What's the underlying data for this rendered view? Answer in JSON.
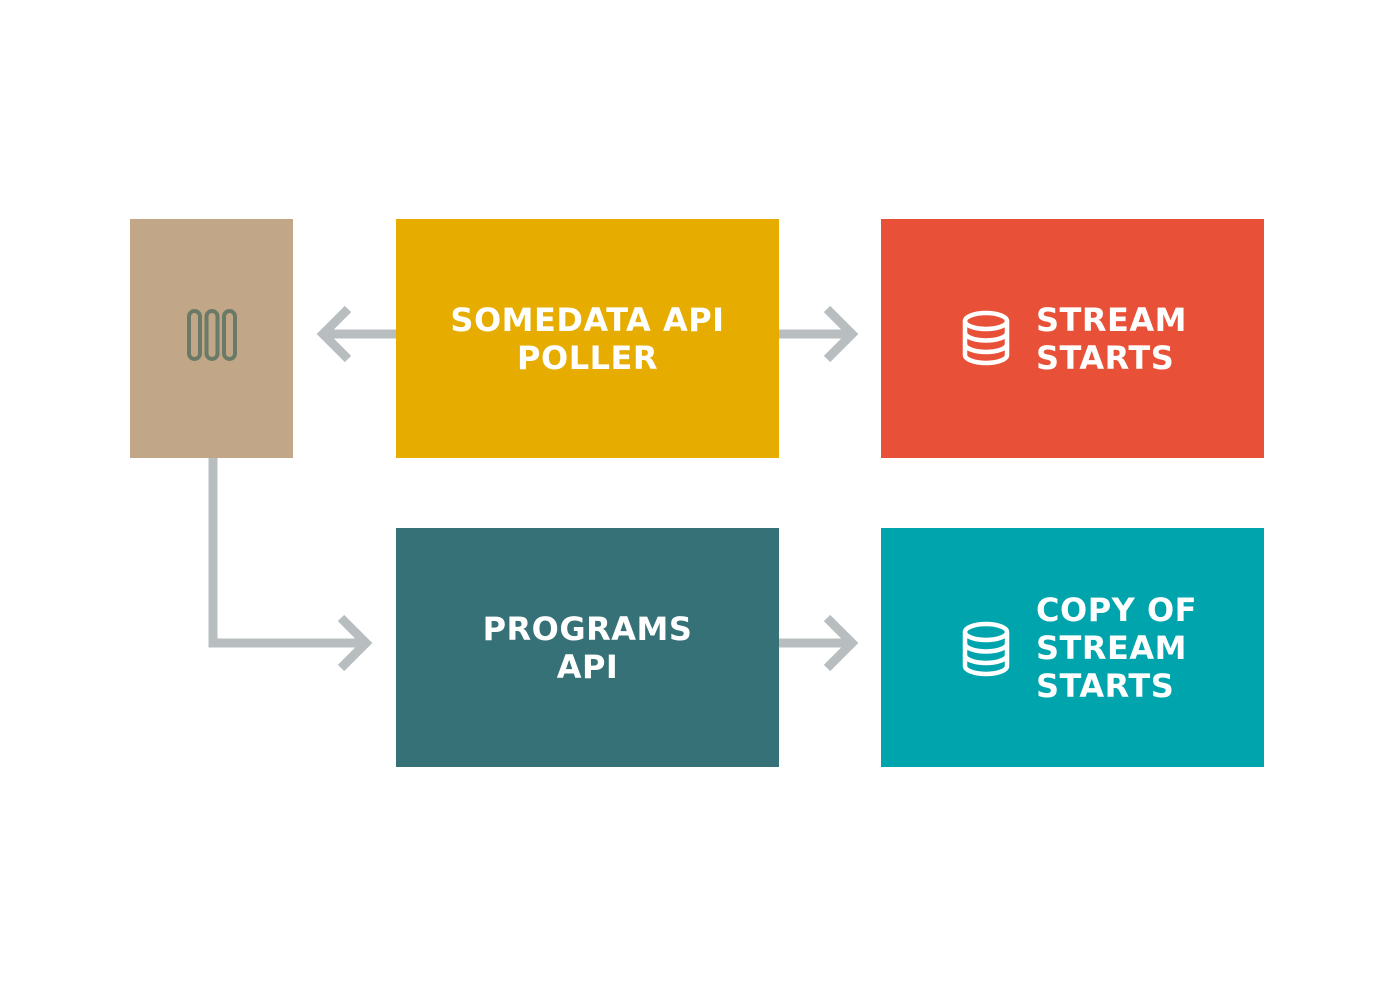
{
  "colors": {
    "queue": "#c1a687",
    "queue_icon": "#6b7a66",
    "poller": "#e6ad00",
    "stream": "#e85137",
    "programs": "#367178",
    "copy": "#00a4ac",
    "arrow": "#b8bdc0",
    "text": "#ffffff"
  },
  "nodes": {
    "queue": {
      "icon": "queue-icon"
    },
    "poller": {
      "line1": "SOMEDATA API",
      "line2": "POLLER"
    },
    "stream": {
      "icon": "database-icon",
      "line1": "STREAM",
      "line2": "STARTS"
    },
    "programs": {
      "line1": "PROGRAMS",
      "line2": "API"
    },
    "copy": {
      "icon": "database-icon",
      "line1": "COPY OF",
      "line2": "STREAM",
      "line3": "STARTS"
    }
  },
  "edges": [
    {
      "from": "poller",
      "to": "queue"
    },
    {
      "from": "poller",
      "to": "stream"
    },
    {
      "from": "queue",
      "to": "programs"
    },
    {
      "from": "programs",
      "to": "copy"
    }
  ]
}
